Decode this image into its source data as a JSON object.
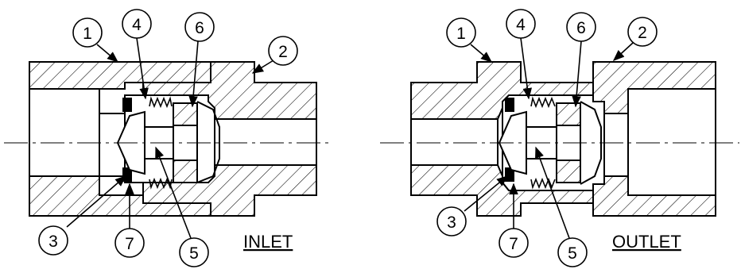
{
  "figure": {
    "left_view": {
      "caption": "INLET",
      "balloons": [
        "1",
        "4",
        "6",
        "2",
        "3",
        "7",
        "5"
      ]
    },
    "right_view": {
      "caption": "OUTLET",
      "balloons": [
        "1",
        "4",
        "6",
        "2",
        "3",
        "7",
        "5"
      ]
    }
  }
}
